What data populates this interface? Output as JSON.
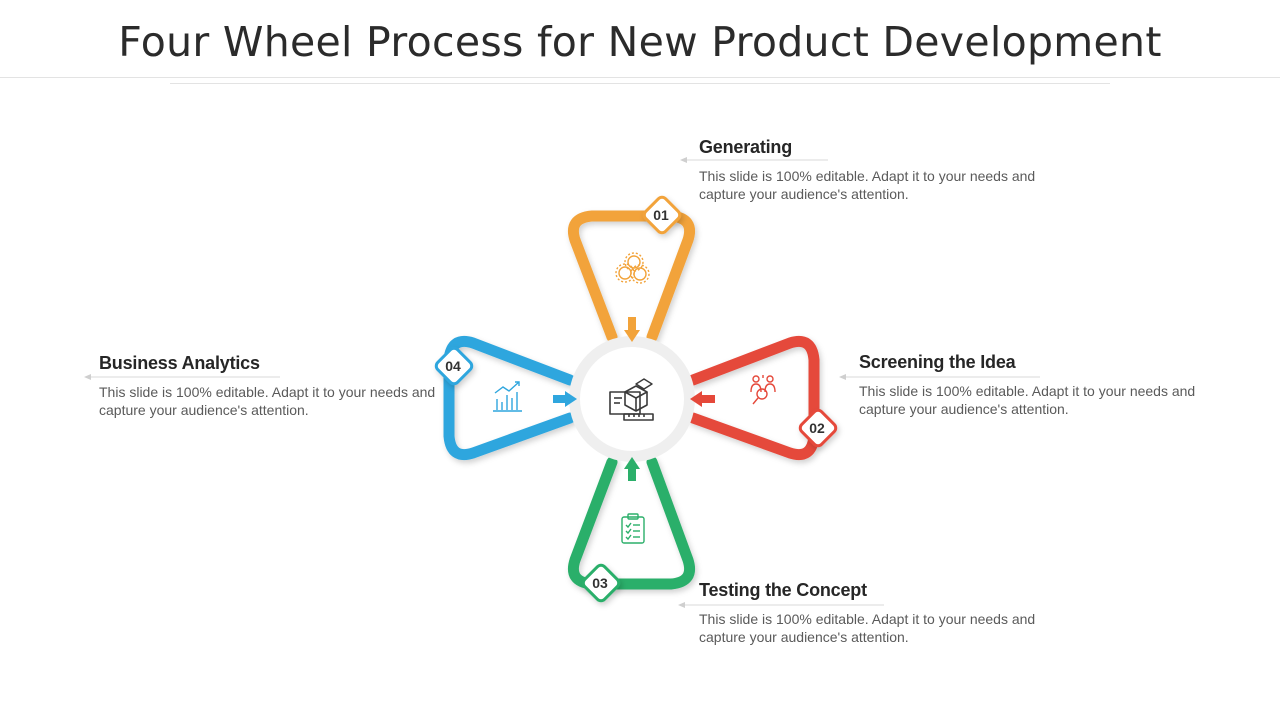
{
  "title": "Four Wheel Process for New Product Development",
  "center": {
    "icon": "product-design-icon"
  },
  "steps": [
    {
      "number": "01",
      "title": "Generating",
      "description": "This slide is 100% editable. Adapt it to your needs and capture your audience's attention.",
      "color": "#F2A33A",
      "icon": "coins-gears-icon"
    },
    {
      "number": "02",
      "title": "Screening the Idea",
      "description": "This slide is 100% editable. Adapt it to your needs and capture your audience's attention.",
      "color": "#E5483A",
      "icon": "people-search-icon"
    },
    {
      "number": "03",
      "title": "Testing the Concept",
      "description": "This slide is 100% editable. Adapt it to your needs and capture your audience's attention.",
      "color": "#2BAF6A",
      "icon": "clipboard-checklist-icon"
    },
    {
      "number": "04",
      "title": "Business Analytics",
      "description": "This slide is 100% editable. Adapt it to your needs and capture your audience's attention.",
      "color": "#2FA6DE",
      "icon": "bar-chart-trend-icon"
    }
  ]
}
